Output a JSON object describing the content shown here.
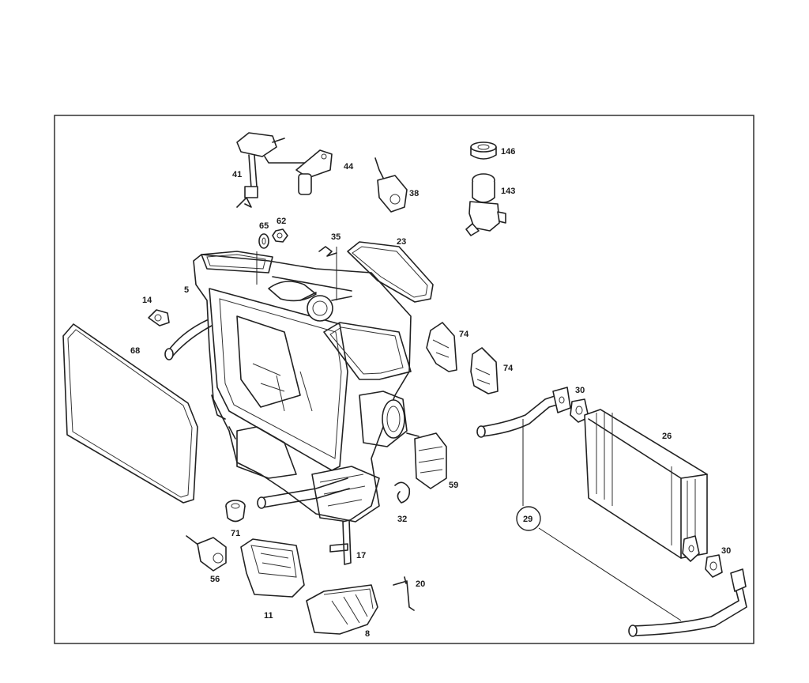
{
  "labels": {
    "p41": "41",
    "p44": "44",
    "p38": "38",
    "p146": "146",
    "p143": "143",
    "p65": "65",
    "p62": "62",
    "p35": "35",
    "p23": "23",
    "p5": "5",
    "p14": "14",
    "p68": "68",
    "p74a": "74",
    "p74b": "74",
    "p30a": "30",
    "p26": "26",
    "p59": "59",
    "p32": "32",
    "p29": "29",
    "p71": "71",
    "p17": "17",
    "p56": "56",
    "p11": "11",
    "p20": "20",
    "p8": "8",
    "p30b": "30"
  },
  "colors": {
    "line": "#222222",
    "frame": "#222222",
    "background": "#ffffff"
  }
}
